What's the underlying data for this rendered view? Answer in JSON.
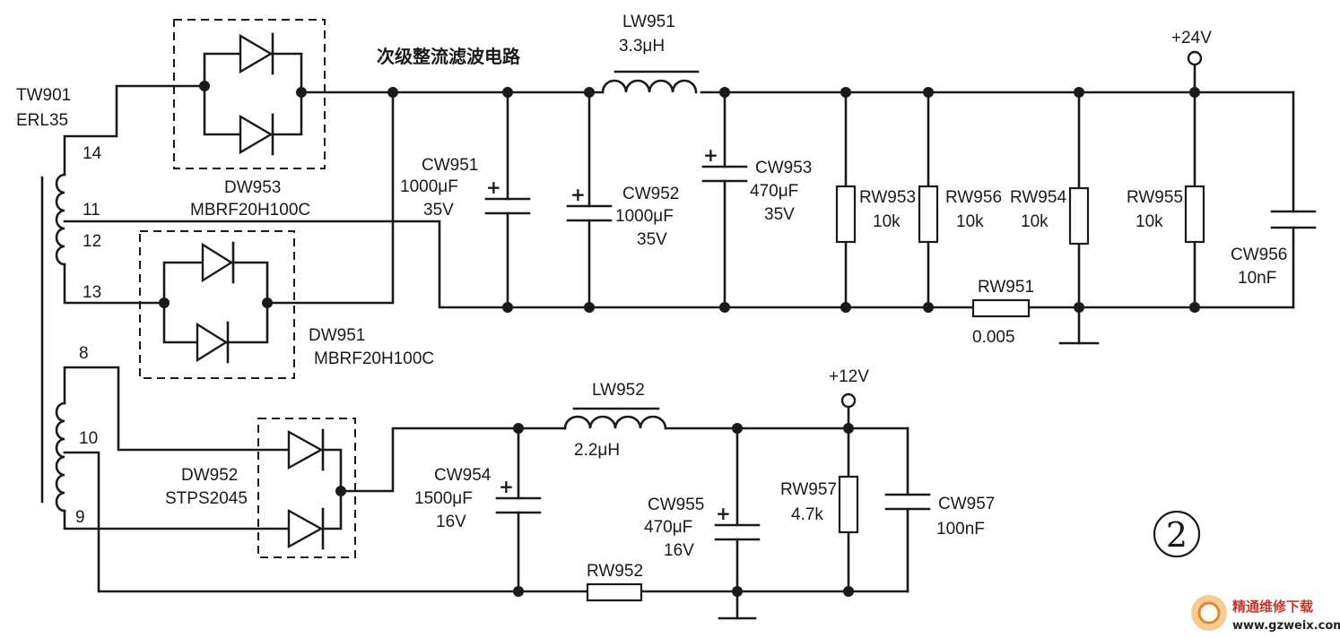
{
  "title": "次级整流滤波电路",
  "figure_number": "②",
  "transformer": {
    "name": "TW901",
    "model": "ERL35",
    "pins": [
      "14",
      "11",
      "12",
      "13",
      "8",
      "10",
      "9"
    ]
  },
  "diodes": [
    {
      "name": "DW953",
      "model": "MBRF20H100C"
    },
    {
      "name": "DW951",
      "model": "MBRF20H100C"
    },
    {
      "name": "DW952",
      "model": "STPS2045"
    }
  ],
  "inductors": [
    {
      "name": "LW951",
      "value": "3.3μH"
    },
    {
      "name": "LW952",
      "value": "2.2μH"
    }
  ],
  "capacitors": [
    {
      "name": "CW951",
      "value": "1000μF",
      "voltage": "35V"
    },
    {
      "name": "CW952",
      "value": "1000μF",
      "voltage": "35V"
    },
    {
      "name": "CW953",
      "value": "470μF",
      "voltage": "35V"
    },
    {
      "name": "CW956",
      "value": "10nF"
    },
    {
      "name": "CW954",
      "value": "1500μF",
      "voltage": "16V"
    },
    {
      "name": "CW955",
      "value": "470μF",
      "voltage": "16V"
    },
    {
      "name": "CW957",
      "value": "100nF"
    }
  ],
  "resistors": [
    {
      "name": "RW953",
      "value": "10k"
    },
    {
      "name": "RW956",
      "value": "10k"
    },
    {
      "name": "RW954",
      "value": "10k"
    },
    {
      "name": "RW955",
      "value": "10k"
    },
    {
      "name": "RW951",
      "value": "0.005"
    },
    {
      "name": "RW957",
      "value": "4.7k"
    },
    {
      "name": "RW952",
      "value": ""
    }
  ],
  "outputs": [
    {
      "label": "+24V"
    },
    {
      "label": "+12V"
    }
  ],
  "watermark": {
    "name": "精通维修下载",
    "url": "www.gzweix.com"
  }
}
